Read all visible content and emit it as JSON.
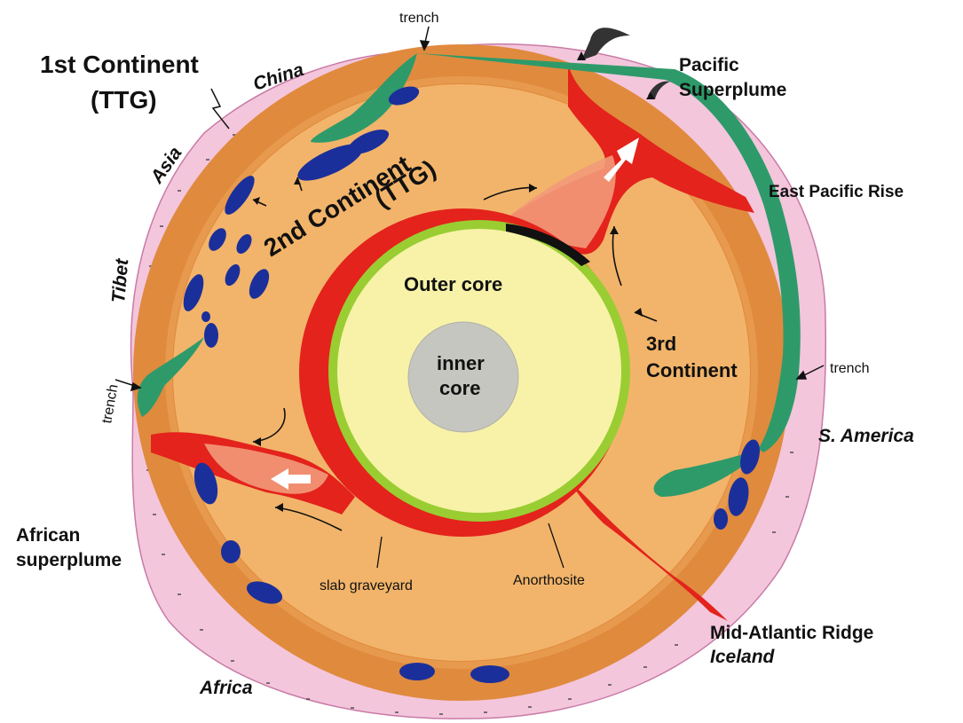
{
  "labels": {
    "first_continent": "1st Continent",
    "first_continent_ttg": "(TTG)",
    "china": "China",
    "asia": "Asia",
    "tibet": "Tibet",
    "trench_top": "trench",
    "trench_left": "trench",
    "trench_right": "trench",
    "pacific": "Pacific",
    "superplume": "Superplume",
    "east_pacific_rise": "East Pacific Rise",
    "second_continent": "2nd Continent",
    "second_continent_ttg": "(TTG)",
    "outer_core": "Outer core",
    "inner": "inner",
    "core": "core",
    "third": "3rd",
    "continent": "Continent",
    "s_america": "S. America",
    "african": "African",
    "african_superplume": "superplume",
    "slab_graveyard": "slab graveyard",
    "anorthosite": "Anorthosite",
    "mid_atlantic_ridge": "Mid-Atlantic Ridge",
    "iceland": "Iceland",
    "africa": "Africa"
  },
  "colors": {
    "crust_pink": "#f3c6dc",
    "mantle_outer": "#e08a3e",
    "mantle_inner": "#f2b46a",
    "plume_red": "#e3231c",
    "slab_green": "#2e9a6a",
    "continent_blue": "#1b2f9a",
    "core_yellow": "#f7f2a8",
    "anorthosite_green": "#9acd32",
    "inner_core_gray": "#c6c6c0"
  }
}
